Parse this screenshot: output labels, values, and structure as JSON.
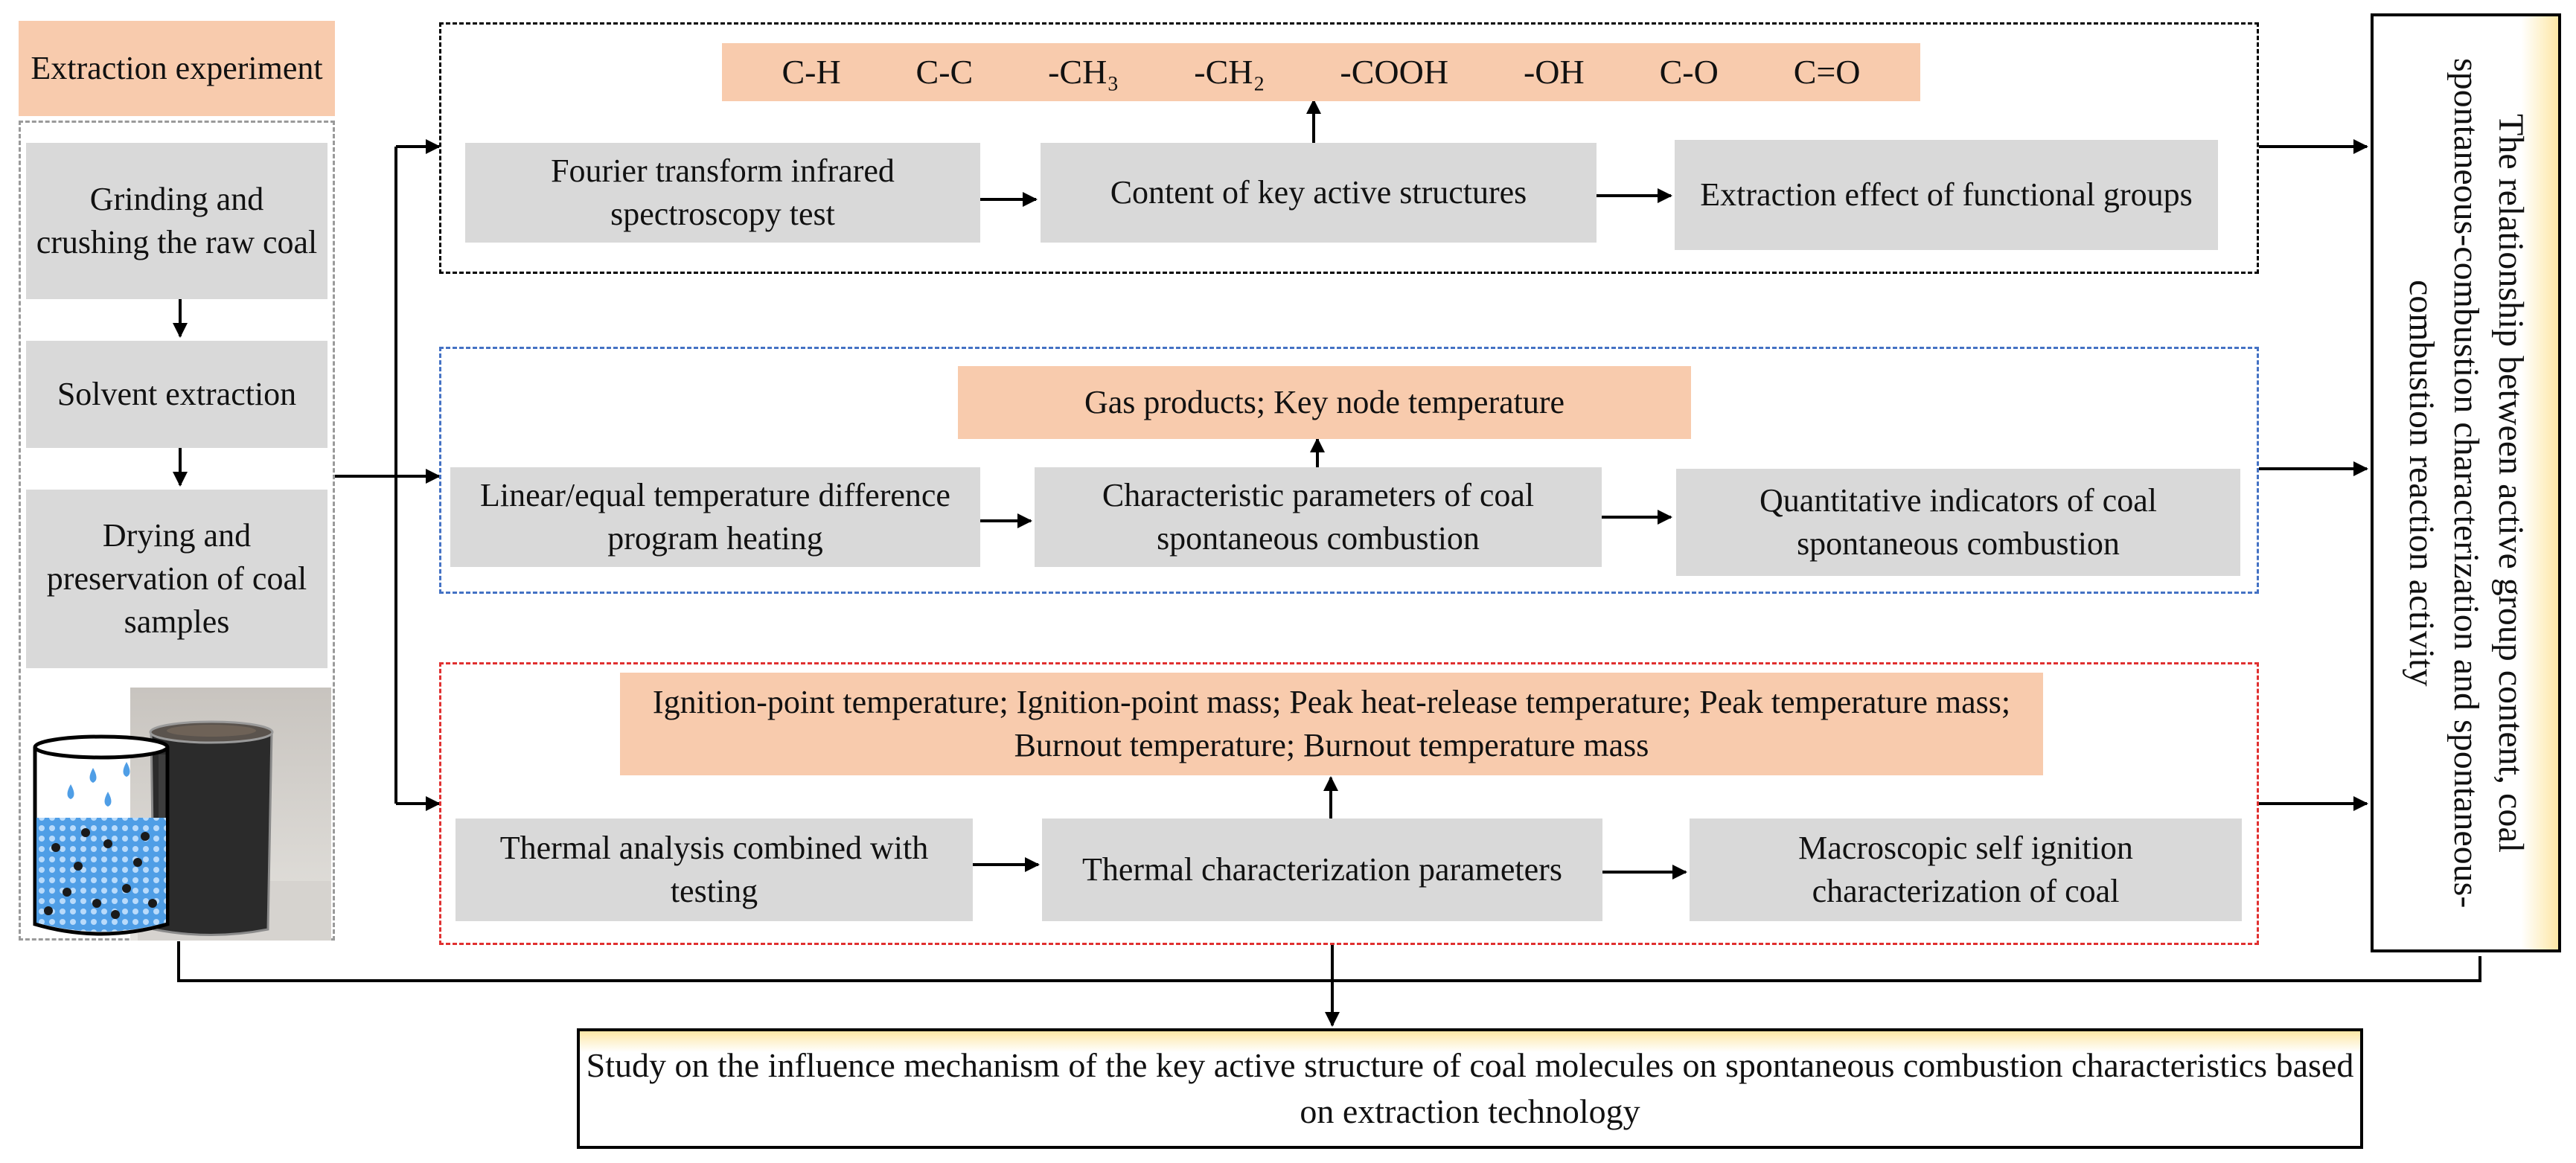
{
  "extraction": {
    "title": "Extraction experiment",
    "steps": [
      "Grinding and crushing the raw coal",
      "Solvent extraction",
      "Drying and preservation of coal samples"
    ],
    "photo_icon": "beaker-with-coal-icon"
  },
  "branch_ftir": {
    "groups": [
      "C-H",
      "C-C",
      "-CH₃",
      "-CH₂",
      "-COOH",
      "-OH",
      "C-O",
      "C=O"
    ],
    "step1": "Fourier transform infrared spectroscopy test",
    "step2": "Content of key active structures",
    "step3": "Extraction effect of functional groups",
    "border_color": "#000000"
  },
  "branch_heating": {
    "output": "Gas products; Key node temperature",
    "step1": "Linear/equal temperature difference program heating",
    "step2": "Characteristic parameters of coal spontaneous combustion",
    "step3": "Quantitative indicators of coal spontaneous combustion",
    "border_color": "#4472c4"
  },
  "branch_thermal": {
    "output": "Ignition-point temperature; Ignition-point mass; Peak heat-release temperature; Peak temperature mass; Burnout temperature; Burnout temperature mass",
    "step1": "Thermal analysis combined with testing",
    "step2": "Thermal characterization parameters",
    "step3": "Macroscopic self ignition characterization of coal",
    "border_color": "#e03030"
  },
  "relationship": "The relationship between active group content, coal spontaneous-combustion characterization and spontaneous-combustion reaction activity",
  "study": "Study on the influence mechanism of the key active structure of coal molecules on spontaneous combustion characteristics based on extraction technology",
  "colors": {
    "gray_box": "#d9d9d9",
    "orange_box": "#f8cbad",
    "highlight": "#fde7a6",
    "water": "#4f9ee6"
  }
}
